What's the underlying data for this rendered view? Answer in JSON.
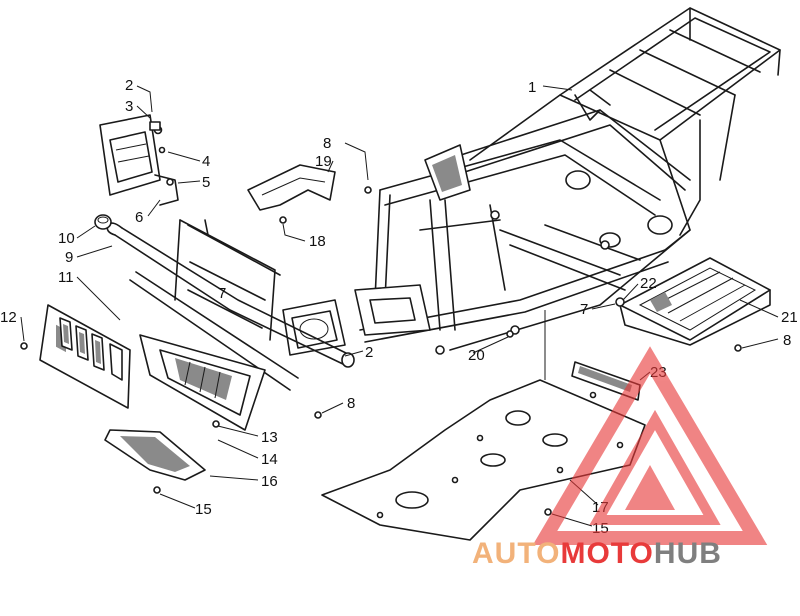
{
  "callouts": [
    {
      "id": "c1",
      "label": "1"
    },
    {
      "id": "c2a",
      "label": "2"
    },
    {
      "id": "c3",
      "label": "3"
    },
    {
      "id": "c4",
      "label": "4"
    },
    {
      "id": "c5",
      "label": "5"
    },
    {
      "id": "c6",
      "label": "6"
    },
    {
      "id": "c7a",
      "label": "7"
    },
    {
      "id": "c8a",
      "label": "8"
    },
    {
      "id": "c19",
      "label": "19"
    },
    {
      "id": "c18",
      "label": "18"
    },
    {
      "id": "c10",
      "label": "10"
    },
    {
      "id": "c9",
      "label": "9"
    },
    {
      "id": "c11",
      "label": "11"
    },
    {
      "id": "c12",
      "label": "12"
    },
    {
      "id": "c2b",
      "label": "2"
    },
    {
      "id": "c8b",
      "label": "8"
    },
    {
      "id": "c13",
      "label": "13"
    },
    {
      "id": "c14",
      "label": "14"
    },
    {
      "id": "c16",
      "label": "16"
    },
    {
      "id": "c15a",
      "label": "15"
    },
    {
      "id": "c20",
      "label": "20"
    },
    {
      "id": "c22",
      "label": "22"
    },
    {
      "id": "c7b",
      "label": "7"
    },
    {
      "id": "c21",
      "label": "21"
    },
    {
      "id": "c8c",
      "label": "8"
    },
    {
      "id": "c23",
      "label": "23"
    },
    {
      "id": "c17",
      "label": "17"
    },
    {
      "id": "c15b",
      "label": "15"
    }
  ],
  "watermark": {
    "brand_part1": "AUTO",
    "brand_part2": "MOTO",
    "brand_part3": "HUB",
    "color_primary": "#e83a3a",
    "color_secondary": "#f2b27a",
    "color_tertiary": "#7f7f7f"
  }
}
